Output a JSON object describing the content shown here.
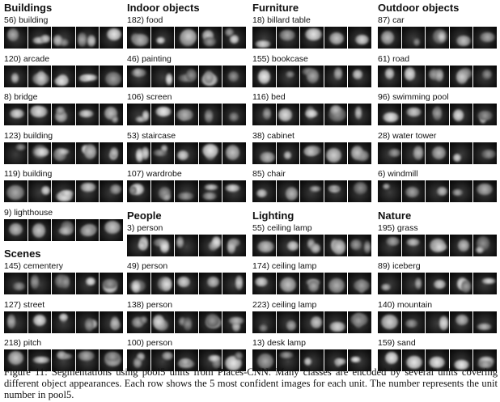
{
  "columns": [
    {
      "groups": [
        {
          "header": "Buildings",
          "units": [
            {
              "label": "56) building"
            },
            {
              "label": "120) arcade"
            },
            {
              "label": "8) bridge"
            },
            {
              "label": "123) building"
            },
            {
              "label": "119) building"
            },
            {
              "label": "9) lighthouse"
            }
          ]
        },
        {
          "header": "Scenes",
          "units": [
            {
              "label": "145) cementery"
            },
            {
              "label": "127) street"
            },
            {
              "label": "218) pitch"
            }
          ]
        }
      ]
    },
    {
      "groups": [
        {
          "header": "Indoor objects",
          "units": [
            {
              "label": "182) food"
            },
            {
              "label": "46) painting"
            },
            {
              "label": "106) screen"
            },
            {
              "label": "53) staircase"
            },
            {
              "label": "107) wardrobe"
            }
          ]
        },
        {
          "header": "People",
          "units": [
            {
              "label": "3) person"
            },
            {
              "label": "49) person"
            },
            {
              "label": "138) person"
            },
            {
              "label": "100) person"
            }
          ]
        }
      ]
    },
    {
      "groups": [
        {
          "header": "Furniture",
          "units": [
            {
              "label": "18) billard table"
            },
            {
              "label": "155) bookcase"
            },
            {
              "label": "116) bed"
            },
            {
              "label": "38) cabinet"
            },
            {
              "label": "85) chair"
            }
          ]
        },
        {
          "header": "Lighting",
          "units": [
            {
              "label": "55) ceiling lamp"
            },
            {
              "label": "174) ceiling lamp"
            },
            {
              "label": "223) ceiling lamp"
            },
            {
              "label": "13) desk lamp"
            }
          ]
        }
      ]
    },
    {
      "groups": [
        {
          "header": "Outdoor objects",
          "units": [
            {
              "label": "87) car"
            },
            {
              "label": "61) road"
            },
            {
              "label": "96) swimming pool"
            },
            {
              "label": "28) water tower"
            },
            {
              "label": "6) windmill"
            }
          ]
        },
        {
          "header": "Nature",
          "units": [
            {
              "label": "195) grass"
            },
            {
              "label": "89) iceberg"
            },
            {
              "label": "140) mountain"
            },
            {
              "label": "159) sand"
            }
          ]
        }
      ]
    }
  ],
  "caption": "Figure 11: Segmentations using pool5 units from Places-CNN. Many classes are encoded by several units covering different object appearances. Each row shows the 5 most confident images for each unit. The number represents the unit number in pool5."
}
